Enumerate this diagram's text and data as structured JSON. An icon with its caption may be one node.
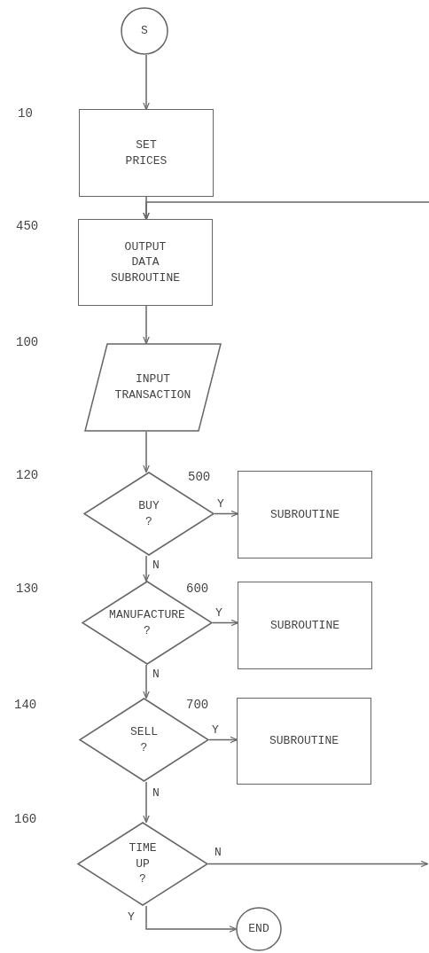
{
  "diagram": {
    "nodes": [
      {
        "text": [
          "S"
        ]
      },
      {
        "text": [
          "SET PRICES"
        ],
        "beside": [
          "10"
        ]
      },
      {
        "text": [
          "OUTPUT DATA SUBROUTINE"
        ],
        "beside": [
          "450"
        ]
      },
      {
        "text": [
          "INPUT TRANSACTION"
        ],
        "beside": [
          "100"
        ]
      },
      {
        "text": [
          "BUY ?"
        ],
        "beside": [
          "120"
        ]
      },
      {
        "text": [
          "SUBROUTINE"
        ]
      },
      {
        "text": [
          "MANUFACTURE ?"
        ],
        "beside": [
          "130"
        ]
      },
      {
        "text": [
          "SUBROUTINE"
        ]
      },
      {
        "text": [
          "SELL ?"
        ],
        "beside": [
          "140"
        ]
      },
      {
        "text": [
          "SUBROUTINE"
        ]
      },
      {
        "text": [
          "TIME UP ?"
        ],
        "beside": [
          "160"
        ]
      },
      {
        "text": [
          "END"
        ]
      }
    ],
    "edges": [
      {
        "from": 0,
        "to": 1,
        "arrow": "to"
      },
      {
        "from": 1,
        "to": 2,
        "arrow": "to"
      },
      {
        "from": 2,
        "to": 3,
        "arrow": "to"
      },
      {
        "from": 3,
        "to": 4,
        "arrow": "to"
      },
      {
        "from": 4,
        "to": 5,
        "arrow": "to",
        "label": "Y"
      },
      {
        "from": 4,
        "to": 6,
        "arrow": "to",
        "label": "N"
      },
      {
        "from": 6,
        "to": 7,
        "arrow": "to",
        "label": "Y"
      },
      {
        "from": 6,
        "to": 8,
        "arrow": "to",
        "label": "N"
      },
      {
        "from": 8,
        "to": 9,
        "arrow": "to",
        "label": "Y"
      },
      {
        "from": 8,
        "to": 10,
        "arrow": "to",
        "label": "N"
      },
      {
        "from": 10,
        "to": null,
        "arrow": "to",
        "label": "N"
      },
      {
        "from": 10,
        "to": 11,
        "arrow": "to",
        "label": "Y"
      },
      {
        "from": null,
        "to": 2,
        "arrow": "to"
      }
    ],
    "labels": [
      "500",
      "600",
      "700"
    ]
  }
}
